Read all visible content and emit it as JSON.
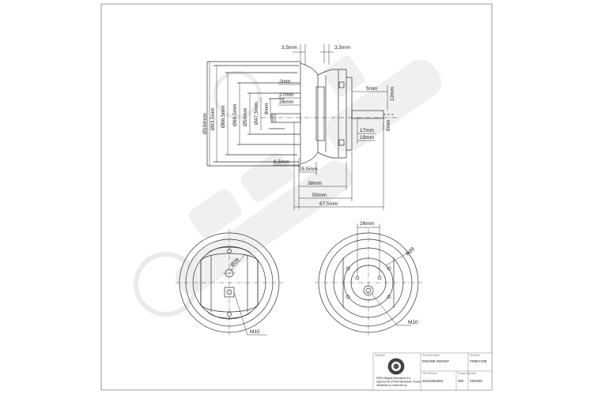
{
  "dimensions": {
    "top_left": "3,5mm",
    "top_right": "3,5mm",
    "d104": "Ø104mm",
    "d93_5": "Ø93,5mm",
    "d86_5": "Ø86,5mm",
    "d69_5": "Ø69,5mm",
    "d50": "Ø50mm",
    "d47_5": "Ø47,5mm",
    "h8_inner": "8mm",
    "l2": "2mm",
    "l27": "27mm",
    "l26": "26mm",
    "l5": "5mm",
    "l12": "12mm",
    "l17": "17mm",
    "l19": "19mm",
    "h8_right": "8mm",
    "l6_5": "6,5mm",
    "l25_5": "25,5mm",
    "l38": "38mm",
    "l50": "50mm",
    "l67_5": "67,5mm",
    "d28": "Ø28",
    "l26_bottom": "26mm",
    "r28": "R28",
    "m10_left": "M10",
    "m10_right": "M10"
  },
  "title_block": {
    "supplier_head": "Supplier",
    "supplier_lines": [
      "ESEN Magneti Motorisiniz S.A.",
      "Ogrodna 46, 87-800 Wloclawek, Poland",
      "info@esen.pl, www.esen.pl"
    ],
    "product_name_head": "Product name",
    "product_name": "ENGINE MOUNT",
    "number_head": "Number",
    "number": "TSB0Y108",
    "oe_head": "OE Number",
    "oe_number": "22111094364",
    "drawn_head": "Drawn by",
    "drawn": "000",
    "date_head": "Date",
    "date": "03/2020"
  },
  "colors": {
    "line": "#333333",
    "watermark": "#ececec"
  }
}
